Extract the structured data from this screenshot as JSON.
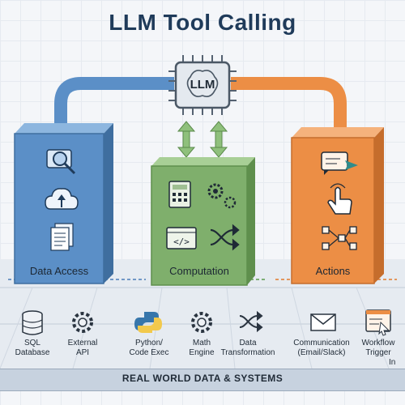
{
  "title": "LLM Tool Calling",
  "center": {
    "label": "LLM"
  },
  "categories": {
    "data_access": "Data Access",
    "computation": "Computation",
    "actions": "Actions"
  },
  "tools": {
    "sql": "SQL\nDatabase",
    "api": "External\nAPI",
    "python": "Python/\nCode Exec",
    "math": "Math\nEngine",
    "transform": "Data\nTransformation",
    "comm": "Communication\n(Email/Slack)",
    "workflow": "Workflow\nTrigger",
    "extra": "In"
  },
  "footer": "REAL WORLD DATA & SYSTEMS",
  "colors": {
    "blue": "#5b8fc7",
    "green": "#7faf6c",
    "orange": "#ec8e45",
    "navy": "#1f3b5a"
  }
}
